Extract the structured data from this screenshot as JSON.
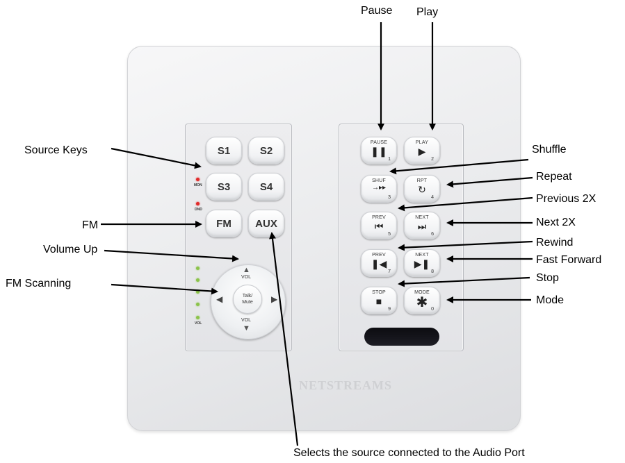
{
  "callouts": {
    "pause": "Pause",
    "play": "Play",
    "source_keys": "Source Keys",
    "shuffle": "Shuffle",
    "repeat": "Repeat",
    "previous_2x": "Previous 2X",
    "fm": "FM",
    "next_2x": "Next 2X",
    "volume_up": "Volume Up",
    "rewind": "Rewind",
    "fast_forward": "Fast Forward",
    "fm_scanning": "FM Scanning",
    "stop": "Stop",
    "mode": "Mode",
    "aux_note": "Selects the source connected to the Audio Port"
  },
  "left_keys": {
    "s1": "S1",
    "s2": "S2",
    "s3": "S3",
    "s4": "S4",
    "fm": "FM",
    "aux": "AUX"
  },
  "indicators": {
    "mon": "MON",
    "dnd": "DND",
    "vol": "VOL"
  },
  "dpad": {
    "vol_up": "VOL",
    "vol_down": "VOL",
    "center_line1": "Talk/",
    "center_line2": "Mute"
  },
  "right_keys": {
    "pause": {
      "label": "PAUSE",
      "icon": "pause-icon",
      "num": "1"
    },
    "play": {
      "label": "PLAY",
      "icon": "play-icon",
      "num": "2"
    },
    "shuf": {
      "label": "SHUF",
      "icon": "shuffle-icon",
      "num": "3"
    },
    "rpt": {
      "label": "RPT",
      "icon": "repeat-icon",
      "num": "4"
    },
    "prev_skip": {
      "label": "PREV",
      "icon": "skip-previous-icon",
      "num": "5"
    },
    "next_skip": {
      "label": "NEXT",
      "icon": "skip-next-icon",
      "num": "6"
    },
    "prev_step": {
      "label": "PREV",
      "icon": "rewind-icon",
      "num": "7"
    },
    "next_step": {
      "label": "NEXT",
      "icon": "fast-forward-icon",
      "num": "8"
    },
    "stop": {
      "label": "STOP",
      "icon": "stop-icon",
      "num": "9"
    },
    "mode": {
      "label": "MODE",
      "icon": "asterisk-icon",
      "num": "0"
    }
  },
  "brand": "NETSTREAMS",
  "colors": {
    "indicator_red": "#e12a2a",
    "indicator_green": "#8bc34a",
    "plate": "#eaebed"
  }
}
